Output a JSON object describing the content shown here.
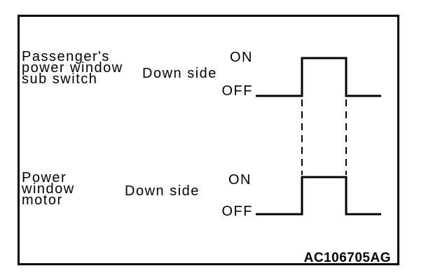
{
  "diagram": {
    "type": "timing-diagram",
    "figure_code": "AC106705AG",
    "colors": {
      "foreground": "#000000",
      "background": "#ffffff"
    },
    "signals": [
      {
        "name_lines": [
          "Passenger's",
          "power window",
          "sub switch"
        ],
        "side_label": "Down side",
        "on_label": "ON",
        "off_label": "OFF",
        "sequence": [
          "OFF",
          "ON",
          "OFF"
        ]
      },
      {
        "name_lines": [
          "Power",
          "window",
          "motor"
        ],
        "side_label": "Down side",
        "on_label": "ON",
        "off_label": "OFF",
        "sequence": [
          "OFF",
          "ON",
          "OFF"
        ]
      }
    ]
  }
}
